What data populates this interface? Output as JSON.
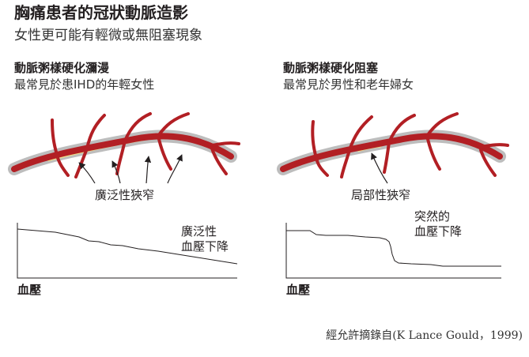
{
  "title": "胸痛患者的冠狀動脈造影",
  "subtitle": "女性更可能有輕微或無阻塞現象",
  "panels": [
    {
      "heading": "動脈粥樣硬化瀰漫",
      "subheading": "最常見於患IHD的年輕女性",
      "narrowing_label": "廣泛性狹窄",
      "curve_label_line1": "廣泛性",
      "curve_label_line2": "血壓下降",
      "axis_label": "血壓"
    },
    {
      "heading": "動脈粥樣硬化阻塞",
      "subheading": "最常見於男性和老年婦女",
      "narrowing_label": "局部性狹窄",
      "curve_label_line1": "突然的",
      "curve_label_line2": "血壓下降",
      "axis_label": "血壓"
    }
  ],
  "credit": "經允許摘錄自(K Lance Gould，1999)",
  "colors": {
    "artery": "#b21f24",
    "sheath": "#bdbdbd",
    "plaque": "#f0e08a",
    "text": "#231f20"
  }
}
